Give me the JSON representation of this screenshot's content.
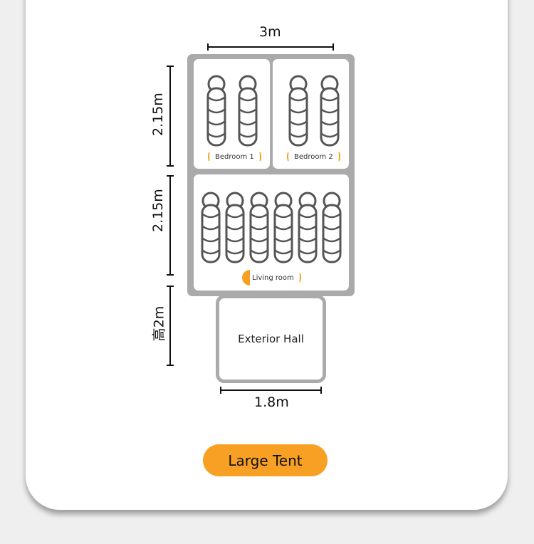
{
  "dimensions": {
    "width_top": "3m",
    "height_bedrooms": "2.15m",
    "height_living": "2.15m",
    "height_hall": "高2m",
    "width_hall": "1.8m"
  },
  "rooms": {
    "bedroom1": "Bedroom 1",
    "bedroom2": "Bedroom 2",
    "living": "Living room",
    "hall": "Exterior Hall"
  },
  "sleeping_bags": {
    "bedroom1": 2,
    "bedroom2": 2,
    "living": 6
  },
  "colors": {
    "accent": "#f8a024",
    "wall": "#aaaaaa",
    "bag_stroke": "#555555"
  },
  "button": {
    "label": "Large Tent"
  }
}
